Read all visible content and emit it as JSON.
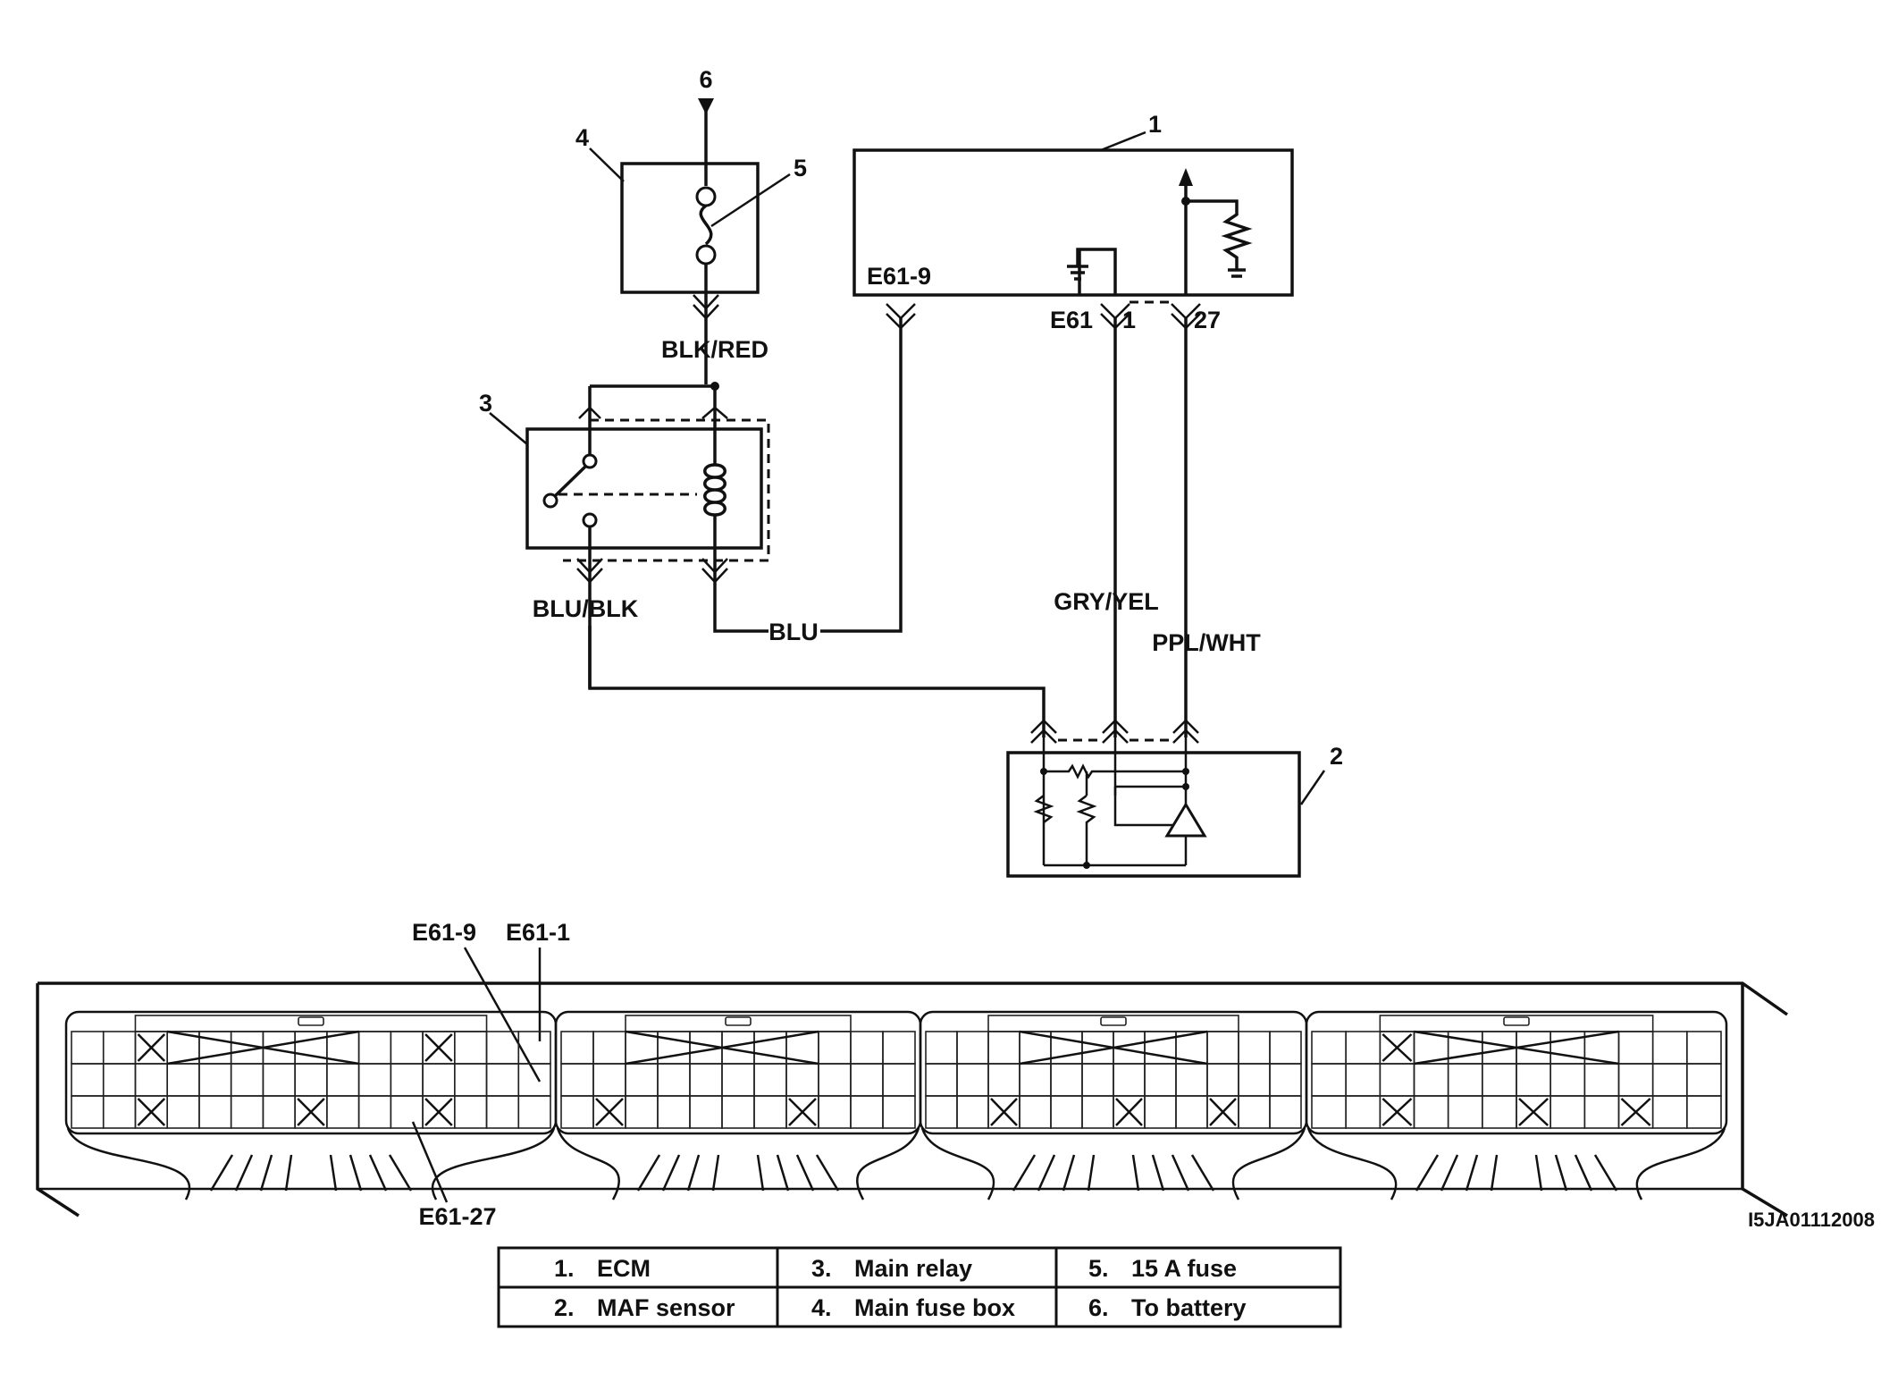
{
  "components": {
    "c1_number": "1",
    "c2_number": "2",
    "c3_number": "3",
    "c4_number": "4",
    "c5_number": "5",
    "c6_number": "6"
  },
  "wires": {
    "blk_red": "BLK/RED",
    "blu_blk": "BLU/BLK",
    "blu": "BLU",
    "gry_yel": "GRY/YEL",
    "ppl_wht": "PPL/WHT"
  },
  "pins": {
    "ecm_e61_9": "E61-9",
    "ecm_e61": "E61",
    "ecm_pin_1": "1",
    "ecm_pin_27": "27"
  },
  "connector_view": {
    "label_e61_9": "E61-9",
    "label_e61_1": "E61-1",
    "label_e61_27": "E61-27"
  },
  "figure_id": "I5JA01112008",
  "legend": {
    "rows": [
      [
        {
          "num": "1.",
          "text": "ECM"
        },
        {
          "num": "3.",
          "text": "Main relay"
        },
        {
          "num": "5.",
          "text": "15 A fuse"
        }
      ],
      [
        {
          "num": "2.",
          "text": "MAF sensor"
        },
        {
          "num": "4.",
          "text": "Main fuse box"
        },
        {
          "num": "6.",
          "text": "To battery"
        }
      ]
    ]
  }
}
